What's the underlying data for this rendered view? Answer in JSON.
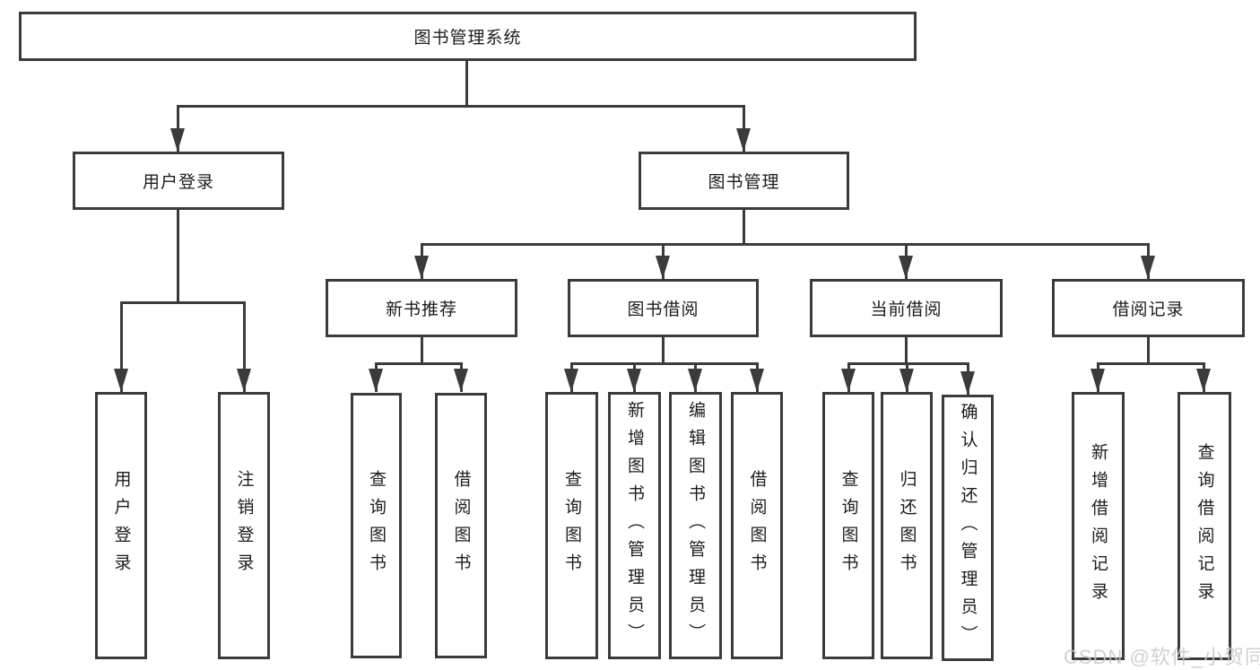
{
  "tree": {
    "root": {
      "label": "图书管理系统"
    },
    "branches": [
      {
        "label": "用户登录",
        "children": [
          {
            "label": "用户登录"
          },
          {
            "label": "注销登录"
          }
        ]
      },
      {
        "label": "图书管理",
        "children": [
          {
            "label": "新书推荐",
            "children": [
              {
                "label": "查询图书"
              },
              {
                "label": "借阅图书"
              }
            ]
          },
          {
            "label": "图书借阅",
            "children": [
              {
                "label": "查询图书"
              },
              {
                "label": "新增图书（管理员）"
              },
              {
                "label": "编辑图书（管理员）"
              },
              {
                "label": "借阅图书"
              }
            ]
          },
          {
            "label": "当前借阅",
            "children": [
              {
                "label": "查询图书"
              },
              {
                "label": "归还图书"
              },
              {
                "label": "确认归还（管理员）"
              }
            ]
          },
          {
            "label": "借阅记录",
            "children": [
              {
                "label": "新增借阅记录"
              },
              {
                "label": "查询借阅记录"
              }
            ]
          }
        ]
      }
    ]
  },
  "watermark": {
    "text": "CSDN @软件_小贺同学"
  },
  "colors": {
    "line": "#3b3b3b",
    "box_border": "#3b3b3b",
    "box_background": "#ffffff",
    "text": "#1c1c1c",
    "watermark": "#c8c8c8",
    "page_background": "#ffffff"
  }
}
